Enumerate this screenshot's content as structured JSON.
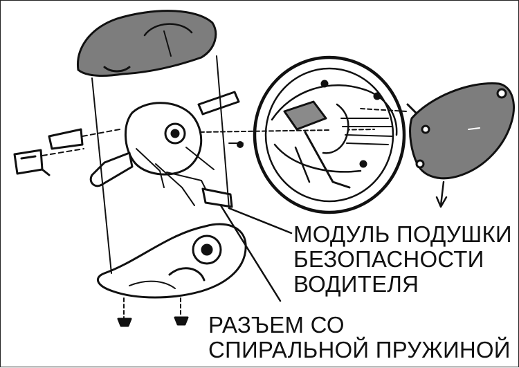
{
  "colors": {
    "background": "#ffffff",
    "ink": "#111111"
  },
  "labels": {
    "airbag_module": {
      "lines": [
        "МОДУЛЬ ПОДУШКИ",
        "БЕЗОПАСНОСТИ",
        "ВОДИТЕЛЯ"
      ]
    },
    "spiral_connector": {
      "lines": [
        "РАЗЪЕМ СО",
        "СПИРАЛЬНОЙ ПРУЖИНОЙ"
      ]
    }
  }
}
